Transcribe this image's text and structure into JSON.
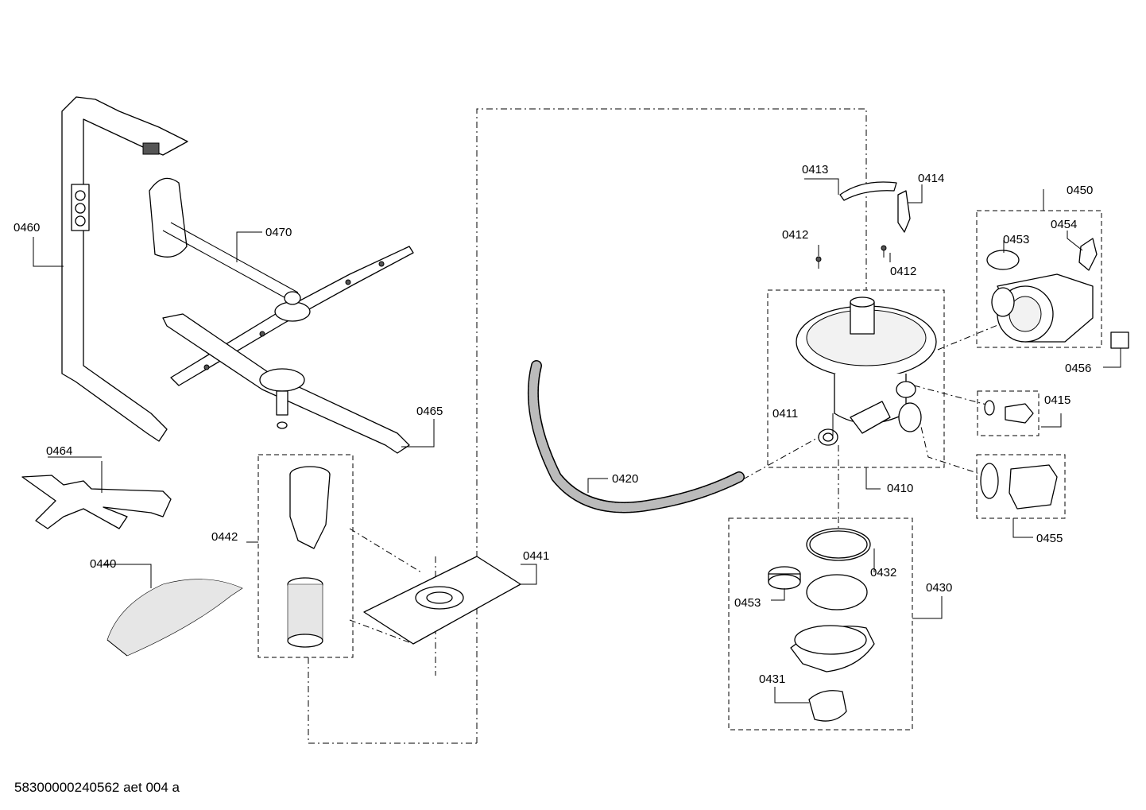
{
  "labels": {
    "l0460": "0460",
    "l0470": "0470",
    "l0465": "0465",
    "l0464": "0464",
    "l0442": "0442",
    "l0440": "0440",
    "l0441": "0441",
    "l0420": "0420",
    "l0413": "0413",
    "l0414": "0414",
    "l0412a": "0412",
    "l0412b": "0412",
    "l0411": "0411",
    "l0410": "0410",
    "l0450": "0450",
    "l0453a": "0453",
    "l0454": "0454",
    "l0456": "0456",
    "l0415": "0415",
    "l0455": "0455",
    "l0432": "0432",
    "l0453b": "0453",
    "l0430": "0430",
    "l0431": "0431"
  },
  "footer": "58300000240562 aet 004 a"
}
